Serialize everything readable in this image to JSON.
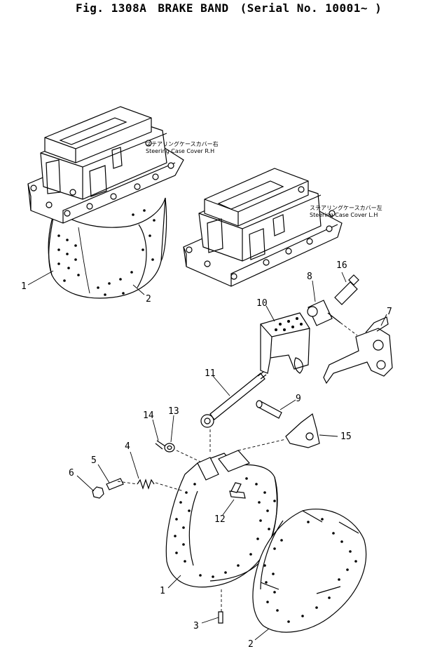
{
  "title": {
    "fig": "Fig. 1308A",
    "name": "BRAKE BAND",
    "serial": "(Serial No. 10001~ )"
  },
  "captions": {
    "cover_rh_jp": "ステアリングケースカバー右",
    "cover_rh_en": "Steering Case Cover R.H",
    "cover_lh_jp": "ステアリングケースカバー左",
    "cover_lh_en": "Steering Case Cover L.H"
  },
  "callouts": [
    {
      "id": "c1a",
      "text": "1"
    },
    {
      "id": "c2a",
      "text": "2"
    },
    {
      "id": "c16",
      "text": "16"
    },
    {
      "id": "c8",
      "text": "8"
    },
    {
      "id": "c10",
      "text": "10"
    },
    {
      "id": "c7",
      "text": "7"
    },
    {
      "id": "c11",
      "text": "11"
    },
    {
      "id": "c9",
      "text": "9"
    },
    {
      "id": "c14",
      "text": "14"
    },
    {
      "id": "c13",
      "text": "13"
    },
    {
      "id": "c15",
      "text": "15"
    },
    {
      "id": "c4",
      "text": "4"
    },
    {
      "id": "c5",
      "text": "5"
    },
    {
      "id": "c6",
      "text": "6"
    },
    {
      "id": "c12",
      "text": "12"
    },
    {
      "id": "c1b",
      "text": "1"
    },
    {
      "id": "c3",
      "text": "3"
    },
    {
      "id": "c2b",
      "text": "2"
    }
  ]
}
